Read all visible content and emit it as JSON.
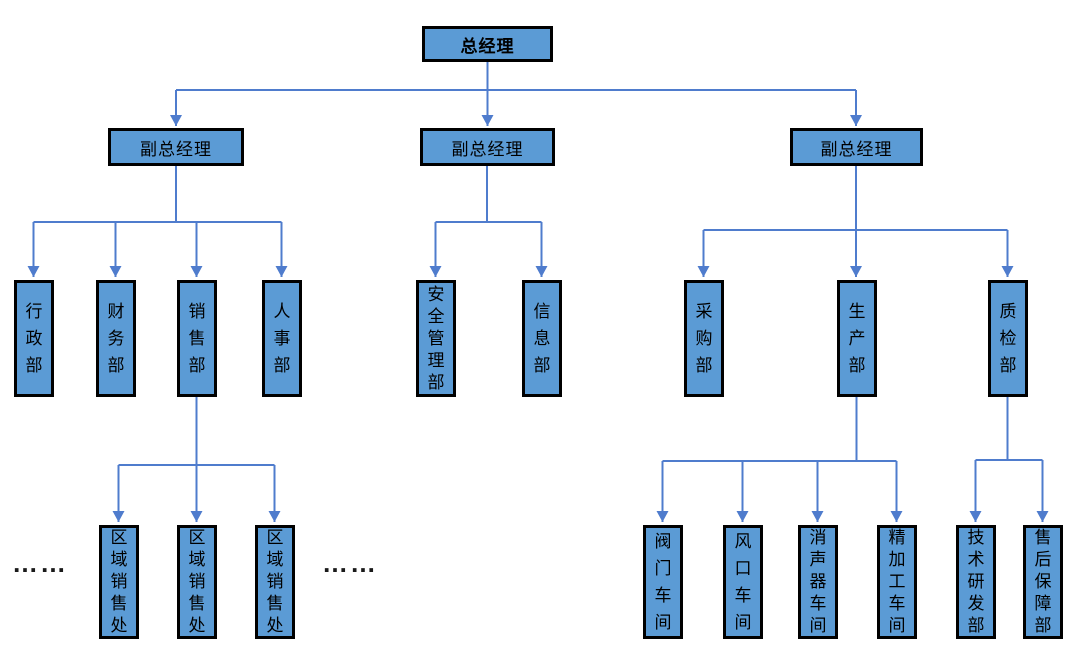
{
  "diagram": {
    "type": "org-chart",
    "colors": {
      "box_fill": "#5b9bd5",
      "box_border": "#000000",
      "connector": "#4f7ccd"
    },
    "nodes": {
      "gm": "总经理",
      "vgm1": "副总经理",
      "vgm2": "副总经理",
      "vgm3": "副总经理",
      "admin": "行政部",
      "finance": "财务部",
      "sales": "销售部",
      "hr": "人事部",
      "safety": "安全管理部",
      "info": "信息部",
      "procurement": "采购部",
      "production": "生产部",
      "qc": "质检部",
      "region1": "区域销售处",
      "region2": "区域销售处",
      "region3": "区域销售处",
      "valve": "阀门车间",
      "vent": "风口车间",
      "muffler": "消声器车间",
      "finishing": "精加工车间",
      "rnd": "技术研发部",
      "aftersales": "售后保障部"
    },
    "ellipsis_left": "……",
    "ellipsis_right": "……"
  }
}
